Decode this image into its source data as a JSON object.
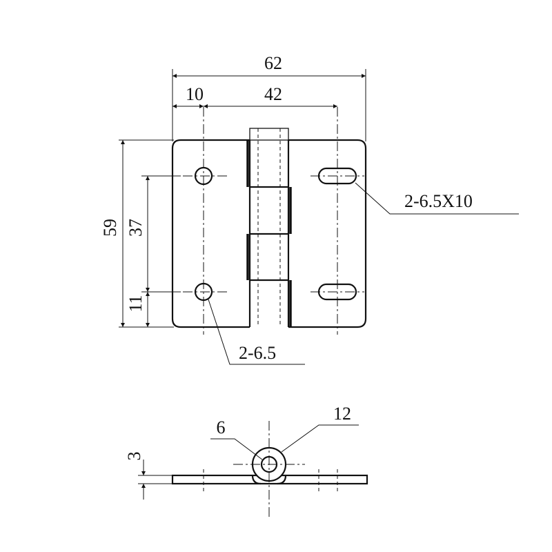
{
  "front_view": {
    "dims": {
      "overall_width": "62",
      "edge_to_hole": "10",
      "hole_spacing_horizontal": "42",
      "overall_height": "59",
      "hole_spacing_vertical": "37",
      "edge_to_hole_vertical": "11"
    },
    "callouts": {
      "slot": "2-6.5X10",
      "round_hole": "2-6.5"
    }
  },
  "side_view": {
    "dims": {
      "pin_diameter": "6",
      "knuckle_diameter": "12",
      "leaf_thickness": "3"
    }
  }
}
